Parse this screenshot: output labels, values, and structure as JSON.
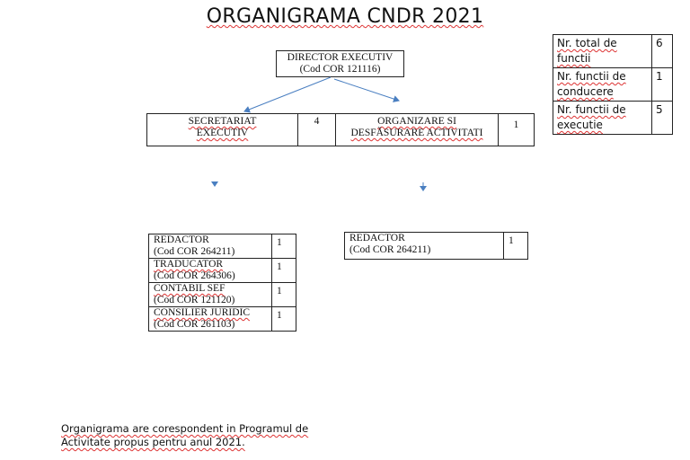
{
  "title": "ORGANIGRAMA CNDR 2021",
  "director": {
    "line1": "DIRECTOR EXECUTIV",
    "line2": "(Cod COR 121116)"
  },
  "departments": [
    {
      "line1": "SECRETARIAT",
      "line2": "EXECUTIV",
      "count": "4"
    },
    {
      "line1": "ORGANIZARE SI",
      "line2": "DESFĂSURARE ACTIVITATI",
      "count": "1"
    }
  ],
  "summary": [
    {
      "label": "Nr. total de functii",
      "value": "6"
    },
    {
      "label": "Nr. functii de conducere",
      "value": "1"
    },
    {
      "label": "Nr. functii de executie",
      "value": "5"
    }
  ],
  "secretariat_staff": [
    {
      "role": "REDACTOR",
      "code": "(Cod COR 264211)",
      "count": "1"
    },
    {
      "role": "TRADUCATOR",
      "code": "(Cod COR 264306)",
      "count": "1"
    },
    {
      "role": "CONTABIL SEF",
      "code": "(Cod COR 121120)",
      "count": "1"
    },
    {
      "role": "CONSILIER JURIDIC",
      "code": "(Cod COR 261103)",
      "count": "1"
    }
  ],
  "organizare_staff": [
    {
      "role": "REDACTOR",
      "code": "(Cod COR 264211)",
      "count": "1"
    }
  ],
  "footnote": "Organigrama are corespondent in Programul de Activitate propus pentru anul 2021.",
  "colors": {
    "arrow": "#4a7fc1",
    "spellcheck": "#d33"
  }
}
